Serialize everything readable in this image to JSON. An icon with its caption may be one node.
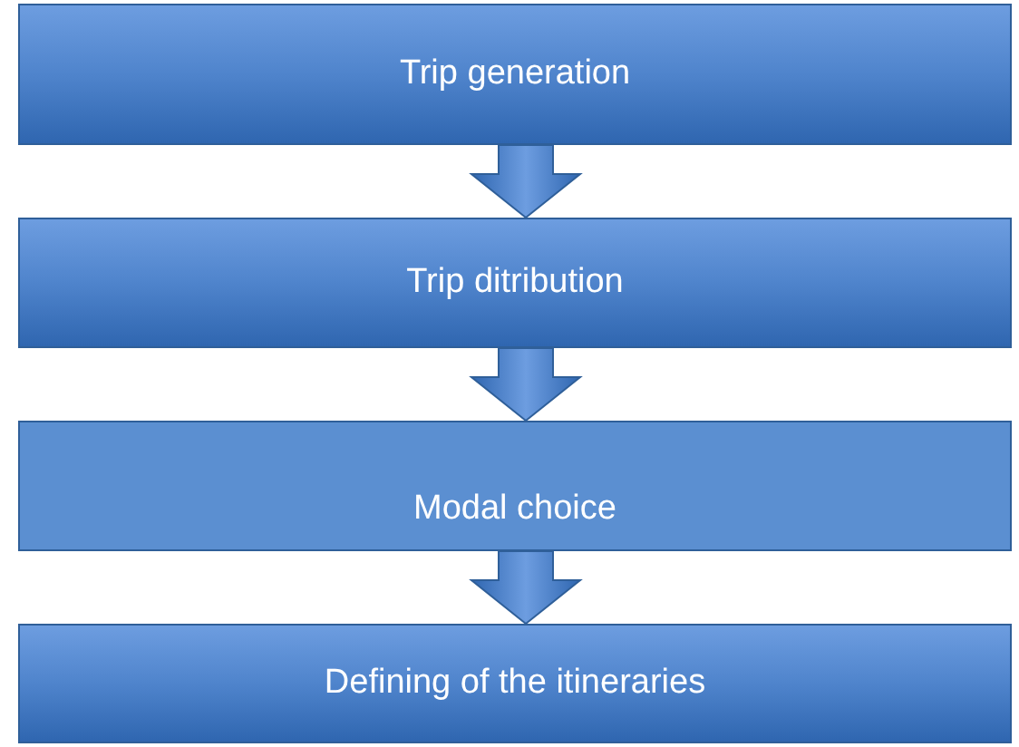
{
  "diagram": {
    "nodes": [
      {
        "text": [
          "Trip generation"
        ]
      },
      {
        "text": [
          "Trip ditribution"
        ]
      },
      {
        "text": [
          "Modal choice"
        ]
      },
      {
        "text": [
          "Defining of the itineraries"
        ]
      }
    ],
    "edges": [
      {
        "from": 0,
        "to": 1,
        "arrow": "to"
      },
      {
        "from": 1,
        "to": 2,
        "arrow": "to"
      },
      {
        "from": 2,
        "to": 3,
        "arrow": "to"
      }
    ]
  }
}
